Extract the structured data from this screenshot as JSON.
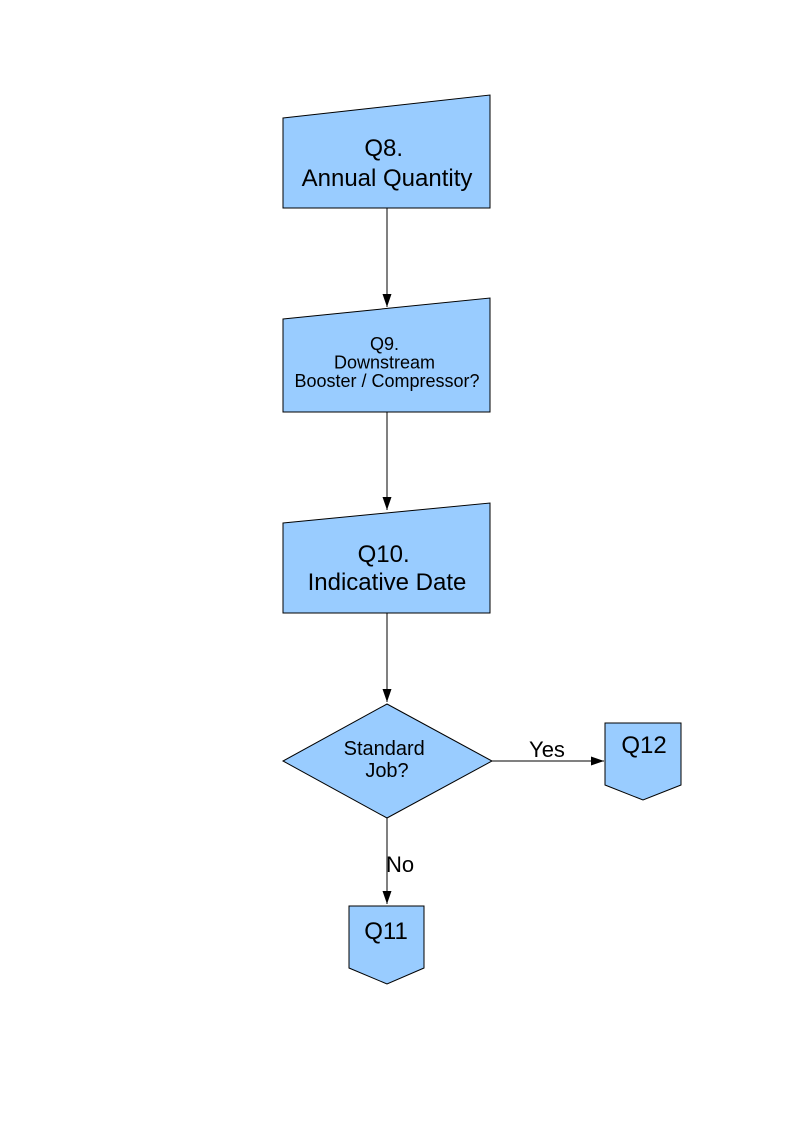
{
  "diagram": {
    "background_color": "#ffffff",
    "node_fill_color": "#99ccff",
    "node_border_color": "#000000",
    "connector_color": "#000000",
    "text_color": "#000000",
    "nodes": [
      {
        "id": "q8",
        "shape": "manual-input",
        "lines": [
          "Q8.",
          "Annual Quantity"
        ]
      },
      {
        "id": "q9",
        "shape": "manual-input",
        "lines": [
          "Q9.",
          "Downstream",
          "Booster / Compressor?"
        ]
      },
      {
        "id": "q10",
        "shape": "manual-input",
        "lines": [
          "Q10.",
          "Indicative Date"
        ]
      },
      {
        "id": "standard-job",
        "shape": "decision",
        "lines": [
          "Standard",
          "Job?"
        ]
      },
      {
        "id": "q12",
        "shape": "off-page-connector",
        "lines": [
          "Q12"
        ]
      },
      {
        "id": "q11",
        "shape": "off-page-connector",
        "lines": [
          "Q11"
        ]
      }
    ],
    "edges": [
      {
        "from": "q8",
        "to": "q9",
        "label": ""
      },
      {
        "from": "q9",
        "to": "q10",
        "label": ""
      },
      {
        "from": "q10",
        "to": "standard-job",
        "label": ""
      },
      {
        "from": "standard-job",
        "to": "q12",
        "label": "Yes"
      },
      {
        "from": "standard-job",
        "to": "q11",
        "label": "No"
      }
    ]
  }
}
